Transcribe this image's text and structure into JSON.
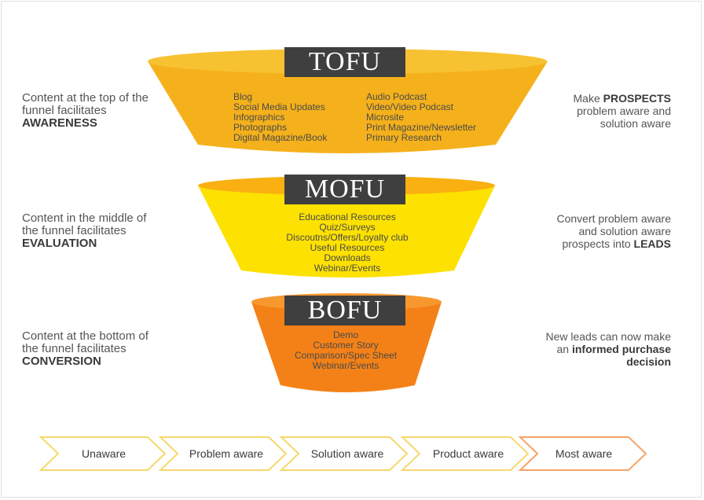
{
  "colors": {
    "tofu": "#F5B11B",
    "tofu_rim": "#F7C232",
    "mofu": "#FDE101",
    "mofu_rim": "#F9B010",
    "bofu": "#F48117",
    "bofu_rim": "#F7982E",
    "label_bg": "#3F3F3F",
    "arrow_yellow": "#F6D86B",
    "arrow_orange": "#F4A46A"
  },
  "tofu": {
    "label": "TOFU",
    "col1": [
      "Blog",
      "Social Media Updates",
      "Infographics",
      "Photographs",
      "Digital Magazine/Book"
    ],
    "col2": [
      "Audio Podcast",
      "Video/Video Podcast",
      "Microsite",
      "Print Magazine/Newsletter",
      "Primary Research"
    ],
    "left_line1": "Content at the top of the",
    "left_line2": "funnel facilitates",
    "left_strong": "AWARENESS",
    "right_pre": "Make ",
    "right_strong": "PROSPECTS",
    "right_line2": "problem aware and",
    "right_line3": "solution aware"
  },
  "mofu": {
    "label": "MOFU",
    "items": [
      "Educational Resources",
      "Quiz/Surveys",
      "Discoutns/Offers/Loyalty club",
      "Useful Resources",
      "Downloads",
      "Webinar/Events"
    ],
    "left_line1": "Content in the middle of",
    "left_line2": "the funnel facilitates",
    "left_strong": "EVALUATION",
    "right_line1": "Convert problem aware",
    "right_line2": "and solution aware",
    "right_pre": "prospects into ",
    "right_strong": "LEADS"
  },
  "bofu": {
    "label": "BOFU",
    "items": [
      "Demo",
      "Customer Story",
      "Comparison/Spec Sheet",
      "Webinar/Events"
    ],
    "left_line1": "Content at the bottom of",
    "left_line2": "the funnel facilitates",
    "left_strong": "CONVERSION",
    "right_line1": "New leads can now make",
    "right_pre": "an ",
    "right_strong": "informed purchase",
    "right_line3": "decision"
  },
  "stages": [
    "Unaware",
    "Problem aware",
    "Solution aware",
    "Product aware",
    "Most aware"
  ]
}
